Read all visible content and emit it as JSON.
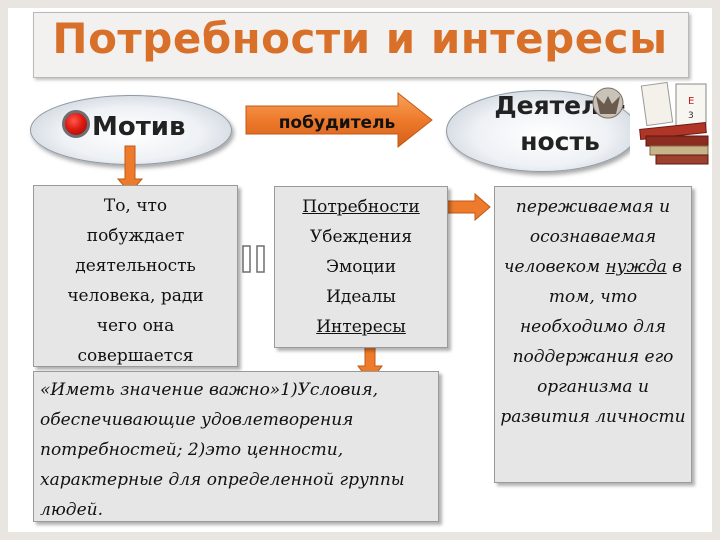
{
  "title": "Потребности и интересы",
  "motive_label": "Мотив",
  "activity_label": "Деятель-\nность",
  "arrow_label": "побудитель",
  "definition_text": "То, что\nпобуждает\nдеятельность\nчеловека, ради\nчего она\nсовершается",
  "list_items": [
    "Потребности",
    "Убеждения",
    "Эмоции",
    "Идеалы",
    "Интересы"
  ],
  "need_text": {
    "before": "переживаемая и осознаваемая человеком ",
    "underlined": "нужда",
    "after": " в том, что необходимо для поддержания его организма и развития личности"
  },
  "interest_text": "«Иметь значение важно»1)Условия, обеспечивающие удовлетворения потребностей; 2)это ценности, характерные для определенной группы людей.",
  "colors": {
    "title": "#d9702a",
    "arrow": "#ee7a2b",
    "box_bg": "#e6e6e6",
    "red_button": "#e11a12"
  },
  "icons": [
    "red-button-icon",
    "state-emblem-icon",
    "books-icon",
    "equals-sign-icon"
  ]
}
